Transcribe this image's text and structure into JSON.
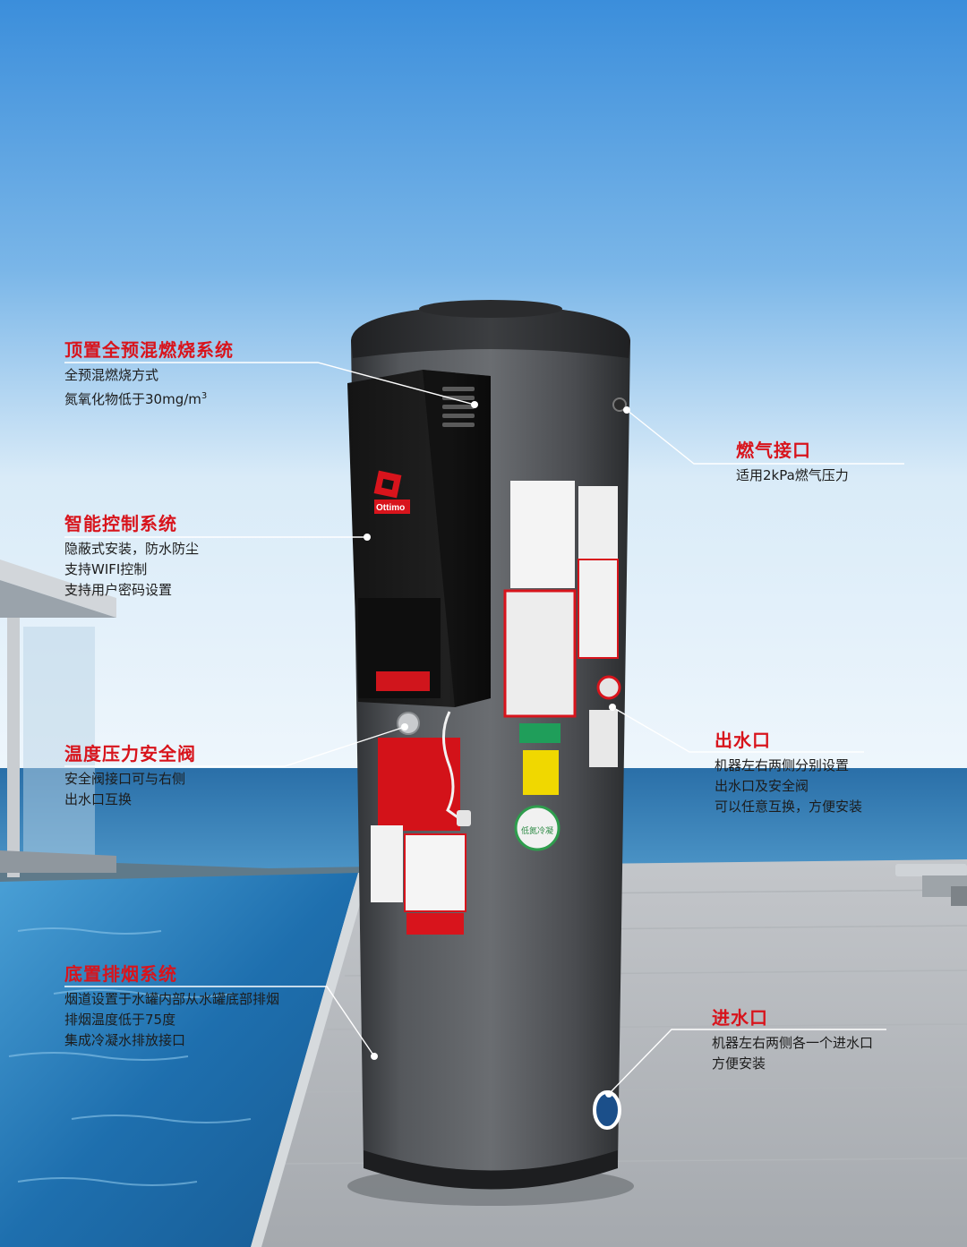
{
  "colors": {
    "accent_red": "#d8141c",
    "text_dark": "#1c1c1c",
    "sky_top": "#3a8fdc",
    "sky_bottom": "#e6f2fb",
    "sea": "#2f7fb7",
    "tank_body": "#4a4c50"
  },
  "product": {
    "logo_text": "Ottimo",
    "panel_label": "Ottimo",
    "eco_badge": "低氮冷凝"
  },
  "callouts": {
    "top_burner": {
      "title": "顶置全预混燃烧系统",
      "lines": [
        "全预混燃烧方式",
        "氮氧化物低于30mg/m"
      ],
      "superscript": "3"
    },
    "gas_inlet": {
      "title": "燃气接口",
      "lines": [
        "适用2kPa燃气压力"
      ]
    },
    "smart_control": {
      "title": "智能控制系统",
      "lines": [
        "隐蔽式安装，防水防尘",
        "支持WIFI控制",
        "支持用户密码设置"
      ]
    },
    "tp_valve": {
      "title": "温度压力安全阀",
      "lines": [
        "安全阀接口可与右侧",
        "出水口互换"
      ]
    },
    "water_outlet": {
      "title": "出水口",
      "lines": [
        "机器左右两侧分别设置",
        "出水口及安全阀",
        "可以任意互换，方便安装"
      ]
    },
    "bottom_exhaust": {
      "title": "底置排烟系统",
      "lines": [
        "烟道设置于水罐内部从水罐底部排烟",
        "排烟温度低于75度",
        "集成冷凝水排放接口"
      ]
    },
    "water_inlet": {
      "title": "进水口",
      "lines": [
        "机器左右两侧各一个进水口",
        "方便安装"
      ]
    }
  }
}
